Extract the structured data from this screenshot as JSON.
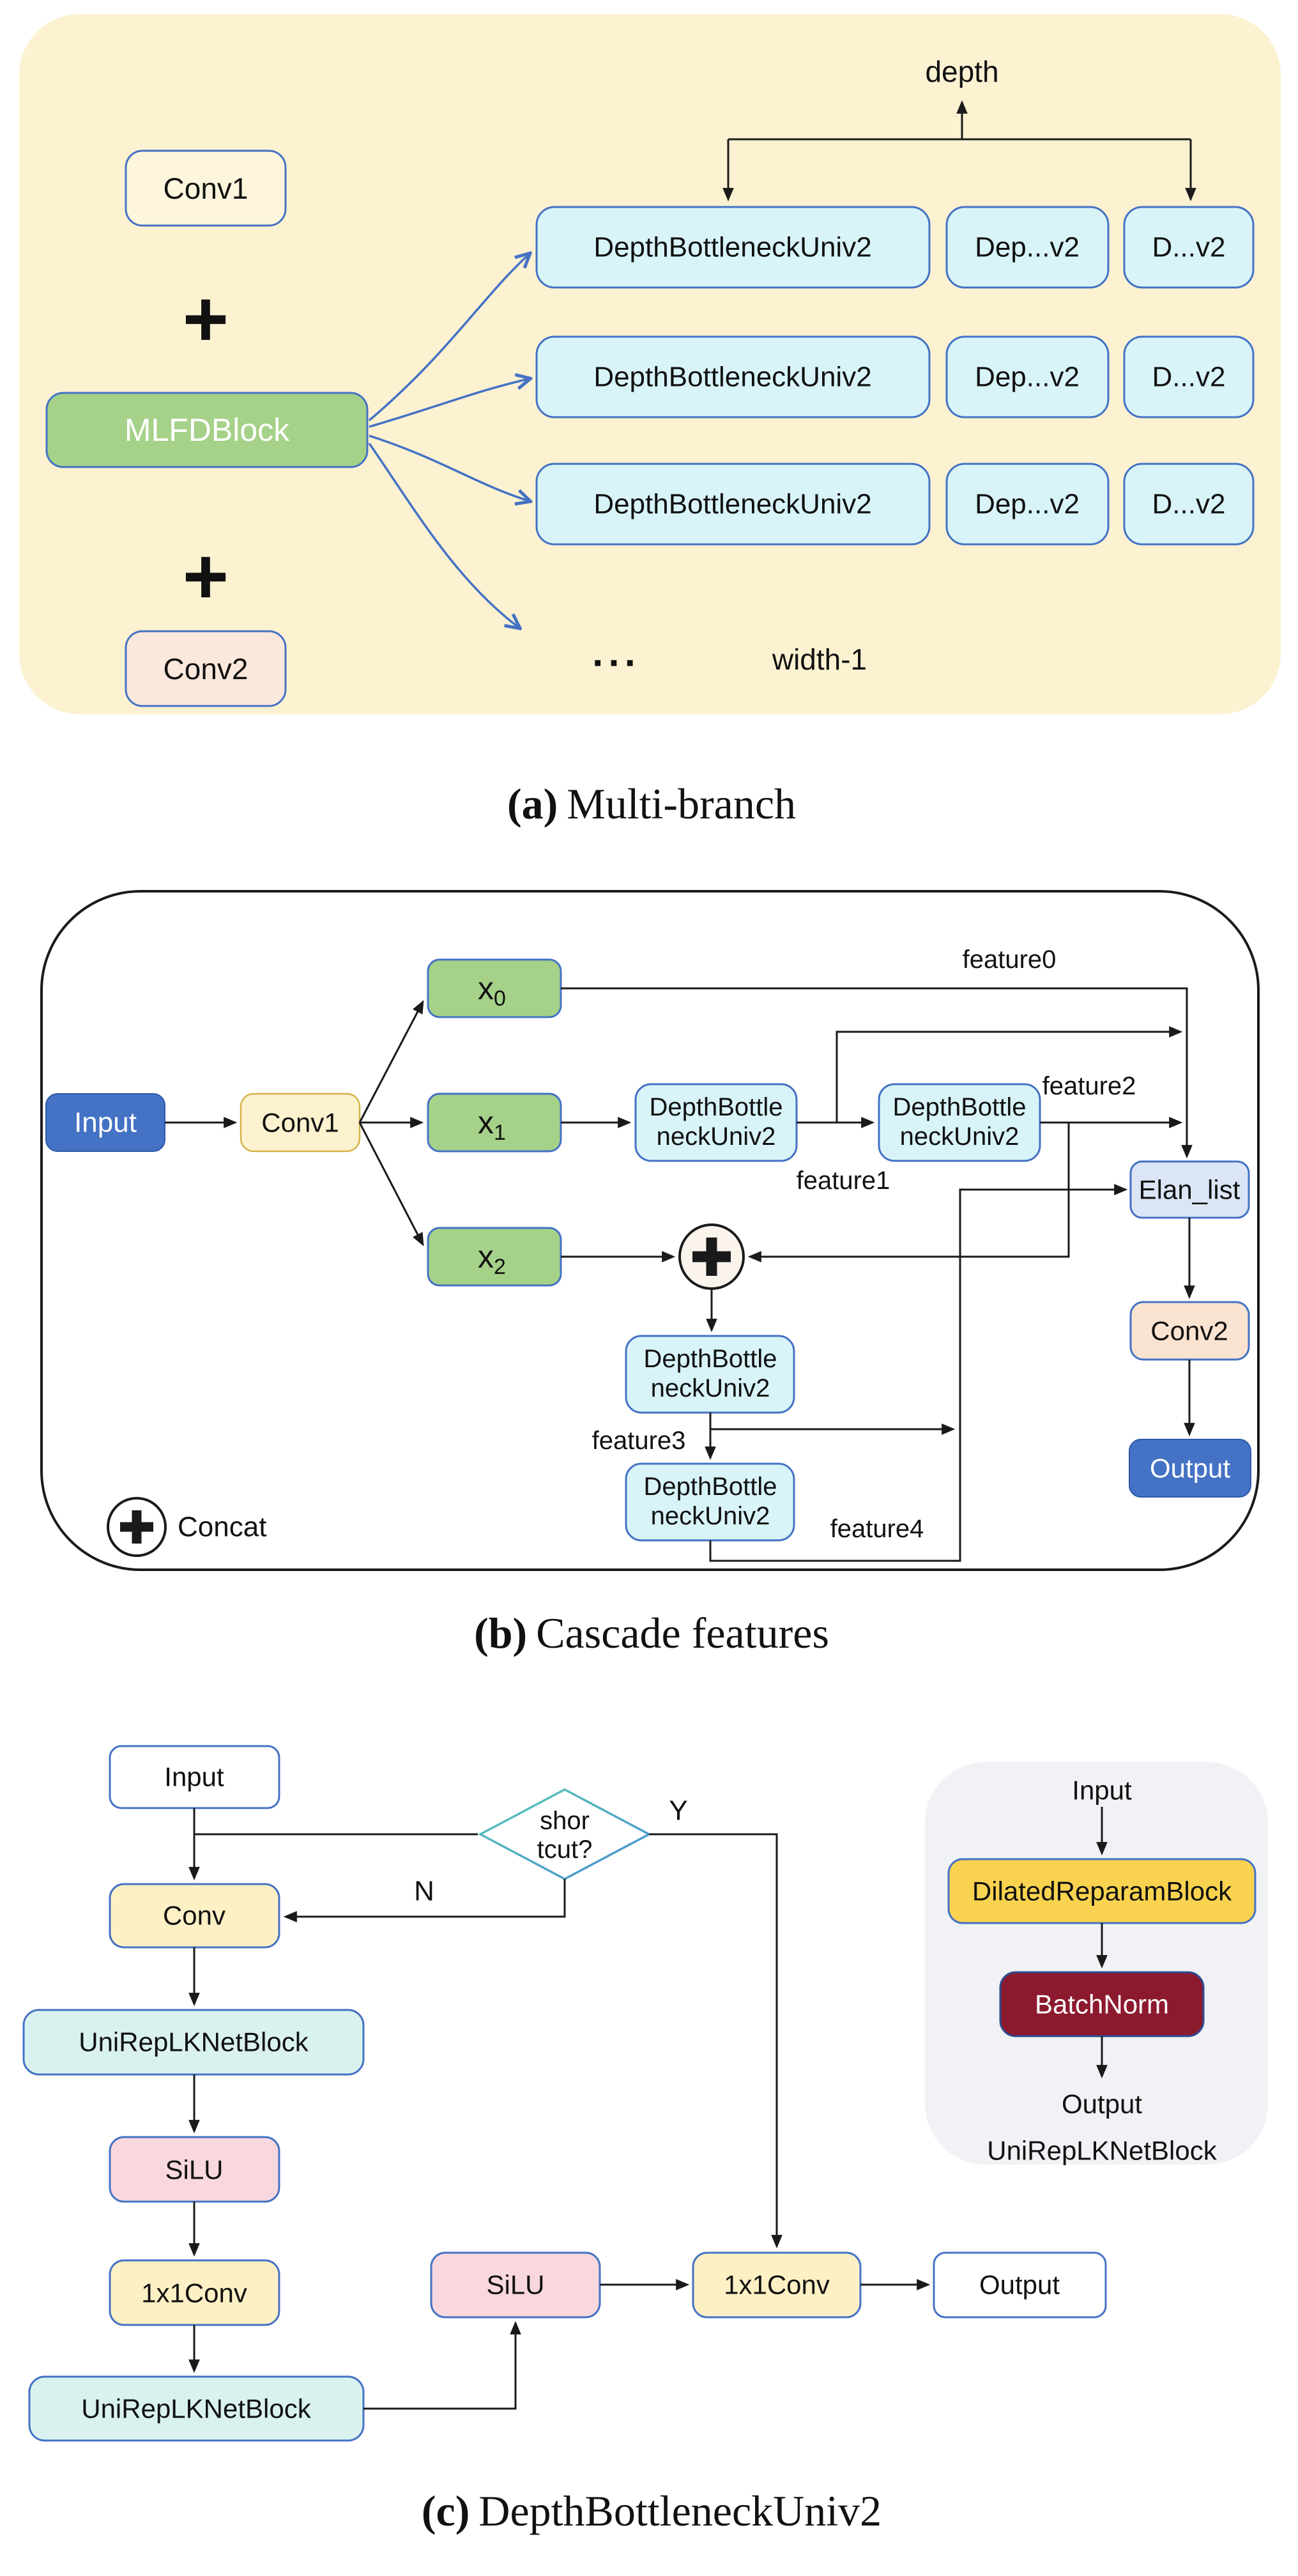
{
  "captions": {
    "a_label": "(a)",
    "a_text": "Multi-branch",
    "b_label": "(b)",
    "b_text": "Cascade features",
    "c_label": "(c)",
    "c_text": "DepthBottleneckUniv2"
  },
  "colors": {
    "accent_blue": "#4472c4",
    "panel_a_bg": "#fcf2d2",
    "panel_b_bg": "#fbf4ed",
    "inset_bg": "#f0f2f5",
    "green_block": "#a6d189",
    "cyan_block": "#d8f4f8",
    "cream_block": "#fdf2cf",
    "peach_block": "#fbe3d1",
    "pink_block": "#f8d8de",
    "lavender_block": "#dbe5f6",
    "gold_block": "#f9d34f",
    "maroon_block": "#8c1a2f",
    "diamond_teal": "#5bc8b8"
  },
  "panel_a": {
    "conv1": "Conv1",
    "plus1": "+",
    "mlfd": "MLFDBlock",
    "plus2": "+",
    "conv2": "Conv2",
    "depth_label": "depth",
    "rows": [
      {
        "wide": "DepthBottleneckUniv2",
        "mid": "Dep...v2",
        "small": "D...v2"
      },
      {
        "wide": "DepthBottleneckUniv2",
        "mid": "Dep...v2",
        "small": "D...v2"
      },
      {
        "wide": "DepthBottleneckUniv2",
        "mid": "Dep...v2",
        "small": "D...v2"
      }
    ],
    "ellipsis": "...",
    "width_label": "width-1"
  },
  "panel_b": {
    "input": "Input",
    "conv1": "Conv1",
    "x_boxes": [
      {
        "base": "x",
        "sub": "0"
      },
      {
        "base": "x",
        "sub": "1"
      },
      {
        "base": "x",
        "sub": "2"
      }
    ],
    "block_line1": "DepthBottle",
    "block_line2": "neckUniv2",
    "elan": "Elan_list",
    "conv2": "Conv2",
    "output": "Output",
    "features": [
      "feature0",
      "feature1",
      "feature2",
      "feature3",
      "feature4"
    ],
    "concat_symbol": "+",
    "concat_legend": "Concat"
  },
  "panel_c": {
    "input": "Input",
    "conv": "Conv",
    "shortcut_line1": "shor",
    "shortcut_line2": "tcut?",
    "yes": "Y",
    "no": "N",
    "unirep1": "UniRepLKNetBlock",
    "silu1": "SiLU",
    "conv1x1_1": "1x1Conv",
    "unirep2": "UniRepLKNetBlock",
    "silu2": "SiLU",
    "conv1x1_2": "1x1Conv",
    "output": "Output",
    "inset": {
      "input": "Input",
      "drb": "DilatedReparamBlock",
      "bn": "BatchNorm",
      "output": "Output",
      "label": "UniRepLKNetBlock"
    }
  }
}
